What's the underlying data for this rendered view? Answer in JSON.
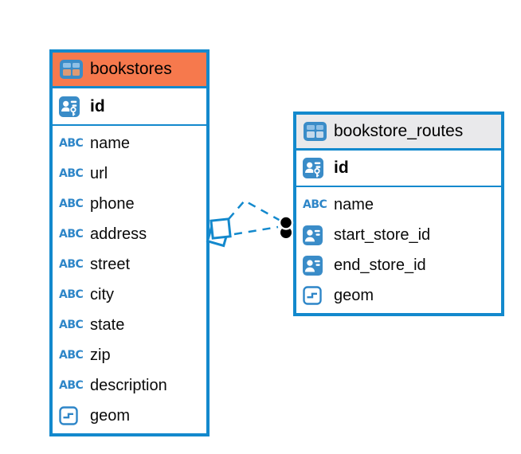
{
  "diagram": {
    "kind": "entity-relationship",
    "background": "#FFFFFF"
  },
  "colors": {
    "accent_blue": "#1389CD",
    "icon_blue": "#3A8CC8",
    "abc_blue": "#2E86C8",
    "bookstores_header": "#F6794D",
    "routes_header": "#E9E9EB",
    "connector_dot": "#000000",
    "text": "#000000"
  },
  "icon_labels": {
    "text_type": "ABC"
  },
  "tables": [
    {
      "name": "bookstores",
      "primary_key": {
        "label": "id",
        "icon": "person-key-icon"
      },
      "columns": [
        {
          "label": "name",
          "type": "text"
        },
        {
          "label": "url",
          "type": "text"
        },
        {
          "label": "phone",
          "type": "text"
        },
        {
          "label": "address",
          "type": "text"
        },
        {
          "label": "street",
          "type": "text"
        },
        {
          "label": "city",
          "type": "text"
        },
        {
          "label": "state",
          "type": "text"
        },
        {
          "label": "zip",
          "type": "text"
        },
        {
          "label": "description",
          "type": "text"
        },
        {
          "label": "geom",
          "type": "geometry"
        }
      ]
    },
    {
      "name": "bookstore_routes",
      "primary_key": {
        "label": "id",
        "icon": "person-key-icon"
      },
      "columns": [
        {
          "label": "name",
          "type": "text"
        },
        {
          "label": "start_store_id",
          "type": "reference"
        },
        {
          "label": "end_store_id",
          "type": "reference"
        },
        {
          "label": "geom",
          "type": "geometry"
        }
      ]
    }
  ],
  "relationship": {
    "from_table": "bookstores",
    "to_table": "bookstore_routes",
    "line_style": "dashed",
    "line_count": 2,
    "from_symbol": "overlapping-squares",
    "to_symbol": "two-black-dots"
  }
}
